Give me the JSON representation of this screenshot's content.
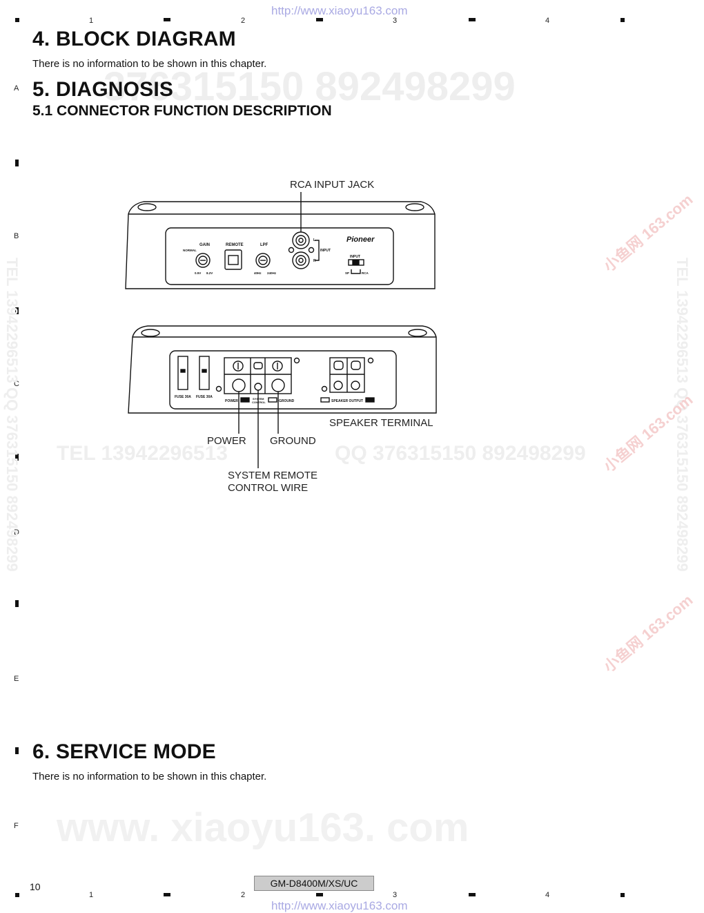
{
  "header": {
    "url_top": "http://www.xiaoyu163.com",
    "columns": [
      "1",
      "2",
      "3",
      "4"
    ],
    "rows": [
      "A",
      "B",
      "C",
      "D",
      "E",
      "F"
    ]
  },
  "sections": {
    "block_diagram": {
      "title": "4. BLOCK DIAGRAM",
      "text": "There is no information to be shown in this chapter."
    },
    "diagnosis": {
      "title": "5. DIAGNOSIS",
      "subtitle": "5.1  CONNECTOR FUNCTION DESCRIPTION"
    },
    "service_mode": {
      "title": "6. SERVICE MODE",
      "text": "There is no information to be shown in this chapter."
    }
  },
  "diagram": {
    "callouts": {
      "rca_input_jack": "RCA INPUT JACK",
      "speaker_terminal": "SPEAKER TERMINAL",
      "power": "POWER",
      "ground": "GROUND",
      "system_remote_line1": "SYSTEM REMOTE",
      "system_remote_line2": "CONTROL WIRE"
    },
    "front_panel": {
      "gain": "GAIN",
      "normal": "NORMAL",
      "gain_min": "0.5V",
      "gain_max": "8.2V",
      "remote": "REMOTE",
      "lpf": "LPF",
      "lpf_min": "40Hz",
      "lpf_max": "240Hz",
      "l": "L",
      "r": "R",
      "input_side": "INPUT",
      "brand": "Pioneer",
      "input_switch": "INPUT",
      "sp": "SP",
      "rca": "RCA"
    },
    "rear_panel": {
      "fuse1": "FUSE 30A",
      "fuse2": "FUSE 30A",
      "power": "POWER",
      "system_control_1": "SYSTEM",
      "system_control_2": "CONTROL",
      "ground": "GROUND",
      "speaker_output": "SPEAKER OUTPUT"
    }
  },
  "watermarks": {
    "qq_top": "376315150    892498299",
    "tel_mid": "TEL  13942296513",
    "qq_mid": "QQ  376315150  892498299",
    "tel_left_vertical": "TEL 13942296513  QQ 376315150  892498299",
    "tel_right_vertical": "TEL 13942296513  QQ 376315150  892498299",
    "site_bottom": "www. xiaoyu163. com",
    "stamp": "小鱼网 163.com"
  },
  "footer": {
    "page_number": "10",
    "model": "GM-D8400M/XS/UC",
    "url_bottom": "http://www.xiaoyu163.com"
  }
}
